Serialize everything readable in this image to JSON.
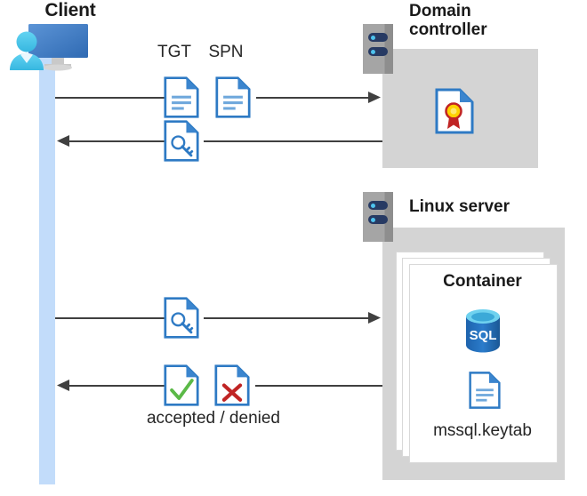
{
  "diagram": {
    "title": "Kerberos authentication flow between client, domain controller and Linux server container",
    "background_color": "#ffffff"
  },
  "colors": {
    "lifeline": "#c2dcfa",
    "server_box": "#d4d4d4",
    "server_glyph": "#a5a5a5",
    "server_bar": "#273a63",
    "server_dot": "#4ec3ee",
    "doc_border": "#2e7ac4",
    "doc_fold": "#3b85ce",
    "doc_line": "#6fa8dc",
    "arrow": "#404040",
    "check_green": "#5bb947",
    "cross_red": "#c02424",
    "cert_gold": "#ffd200",
    "cert_ribbon": "#c02424",
    "sql_blue": "#1f6bb8",
    "monitor_blue": "#3f7cc4",
    "person_cyan": "#4ec3ee"
  },
  "client": {
    "label": "Client",
    "icon": "client-monitor-person-icon",
    "lifeline_name": "client-lifeline"
  },
  "domain_controller": {
    "title": "Domain\ncontroller",
    "title_line_1": "Domain",
    "title_line_2": "controller",
    "server_icon": "server-icon",
    "contents": [
      {
        "icon": "certificate-document-icon",
        "label": ""
      }
    ]
  },
  "linux_server": {
    "title": "Linux server",
    "server_icon": "server-icon",
    "container": {
      "title": "Container",
      "stack_count": 3,
      "items": [
        {
          "icon": "sql-database-icon",
          "label": ""
        },
        {
          "icon": "document-icon",
          "label": "mssql.keytab"
        }
      ]
    }
  },
  "flows": [
    {
      "id": "flow-1",
      "direction": "right",
      "from": "client",
      "to": "domain-controller",
      "icons": [
        {
          "name": "tgt-document-icon",
          "label": "TGT",
          "type": "lines-document"
        },
        {
          "name": "spn-document-icon",
          "label": "SPN",
          "type": "lines-document"
        }
      ]
    },
    {
      "id": "flow-2",
      "direction": "left",
      "from": "domain-controller",
      "to": "client",
      "icons": [
        {
          "name": "service-ticket-key-document-icon",
          "label": "",
          "type": "key-document"
        }
      ]
    },
    {
      "id": "flow-3",
      "direction": "right",
      "from": "client",
      "to": "linux-server",
      "icons": [
        {
          "name": "service-ticket-key-document-icon",
          "label": "",
          "type": "key-document"
        }
      ]
    },
    {
      "id": "flow-4",
      "direction": "left",
      "from": "linux-server",
      "to": "client",
      "caption": "accepted / denied",
      "icons": [
        {
          "name": "accepted-check-document-icon",
          "label": "",
          "type": "check-document"
        },
        {
          "name": "denied-cross-document-icon",
          "label": "",
          "type": "cross-document"
        }
      ]
    }
  ],
  "labels": {
    "tgt": "TGT",
    "spn": "SPN",
    "accepted_denied": "accepted / denied",
    "keytab": "mssql.keytab",
    "container": "Container",
    "linux_server": "Linux server",
    "domain_line1": "Domain",
    "domain_line2": "controller",
    "client": "Client"
  }
}
